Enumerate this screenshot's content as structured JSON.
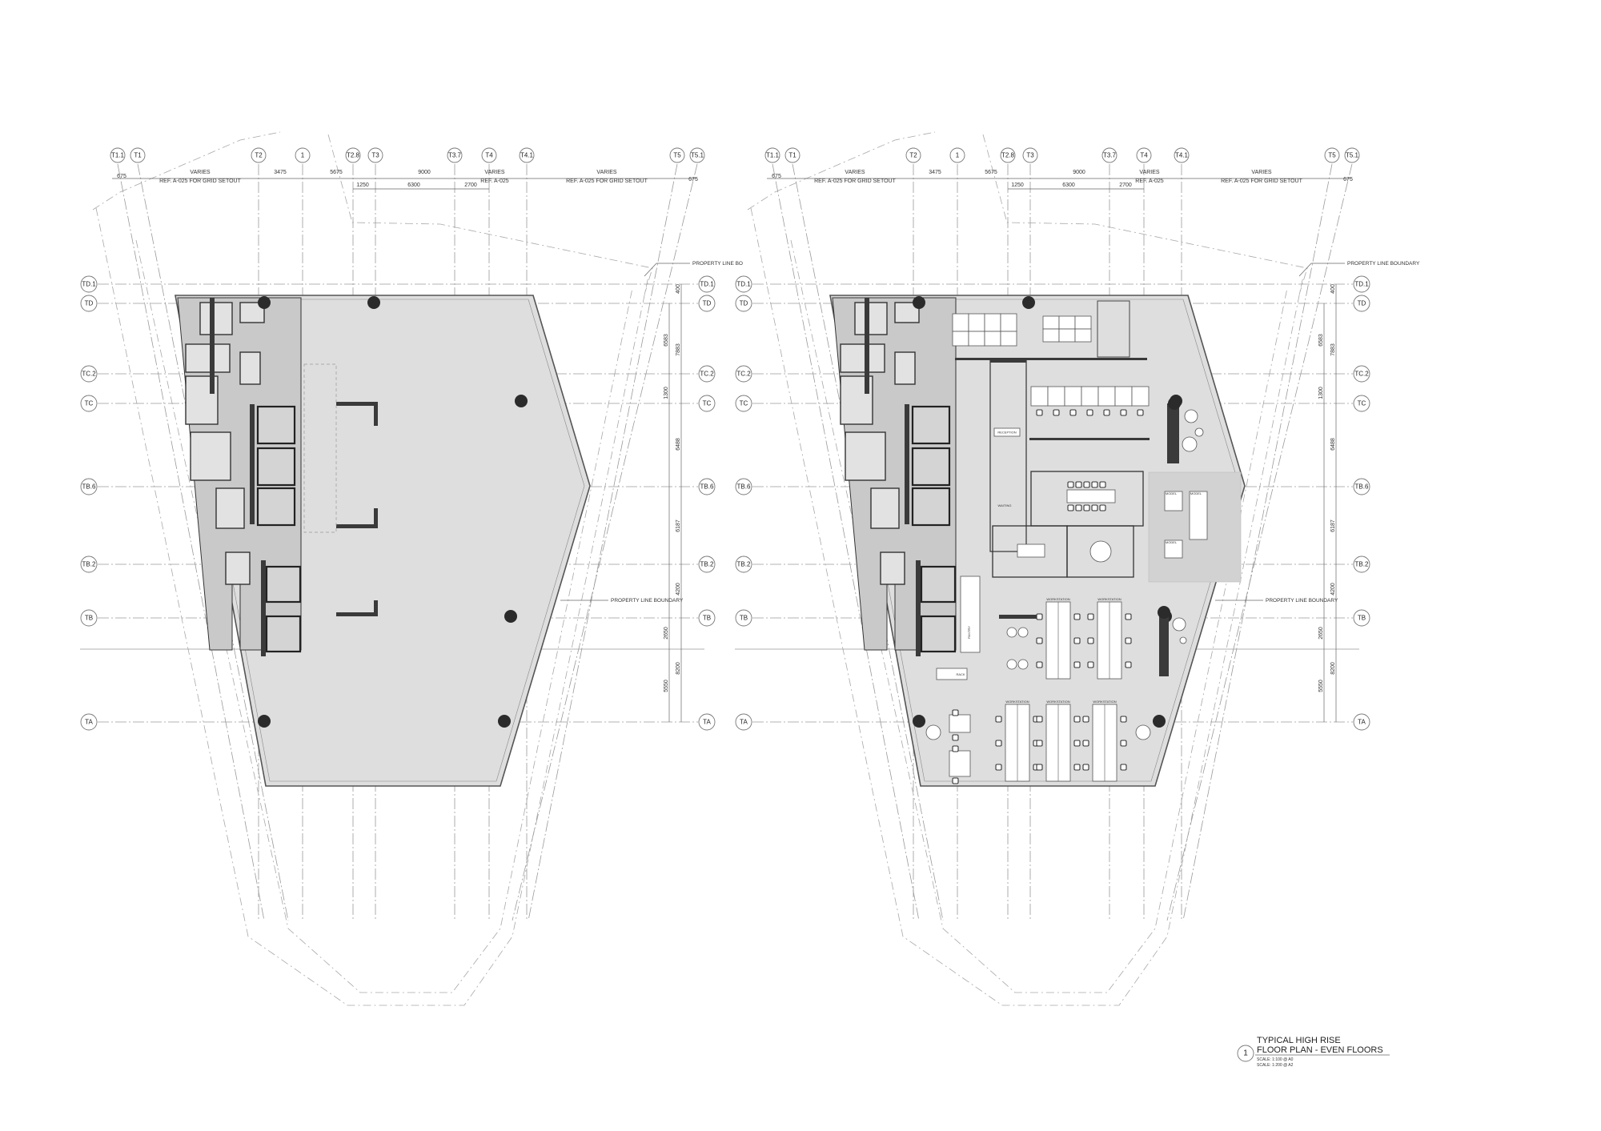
{
  "grid": {
    "columns": [
      "T1.1",
      "T1",
      "T2",
      "1",
      "T2.8",
      "T3",
      "T3.7",
      "T4",
      "T4.1",
      "T5",
      "T5.1"
    ],
    "rows": [
      "TD.1",
      "TD",
      "TC.2",
      "TC",
      "TB.6",
      "TB.2",
      "TB",
      "TA"
    ]
  },
  "dimensions": {
    "top": [
      "675",
      "VARIES",
      "REF. A-025 FOR GRID SETOUT",
      "3475",
      "5675",
      "9000",
      "VARIES",
      "REF. A-025",
      "VARIES",
      "REF. A-025 FOR GRID SETOUT",
      "675",
      "1250",
      "6300",
      "2700"
    ],
    "side": [
      "400",
      "6583",
      "7883",
      "1300",
      "6488",
      "6187",
      "4200",
      "2650",
      "8200",
      "5550"
    ]
  },
  "notes": {
    "property_line_top_left": "PROPERTY LINE BO",
    "property_line_top_right": "PROPERTY LINE BOUNDARY",
    "property_line_mid": "PROPERTY LINE BOUNDARY"
  },
  "rooms": {
    "reception": "RECEPTION",
    "waiting": "WAITING",
    "model": "MODEL",
    "workstation": "WORKSTATION",
    "pantry": "PANTRY",
    "rack": "RACK"
  },
  "title_block": {
    "number": "1",
    "line1": "TYPICAL HIGH RISE",
    "line2": "FLOOR PLAN - EVEN FLOORS",
    "scale1": "SCALE: 1:100 @ A0",
    "scale2": "SCALE: 1:200 @ A2"
  }
}
